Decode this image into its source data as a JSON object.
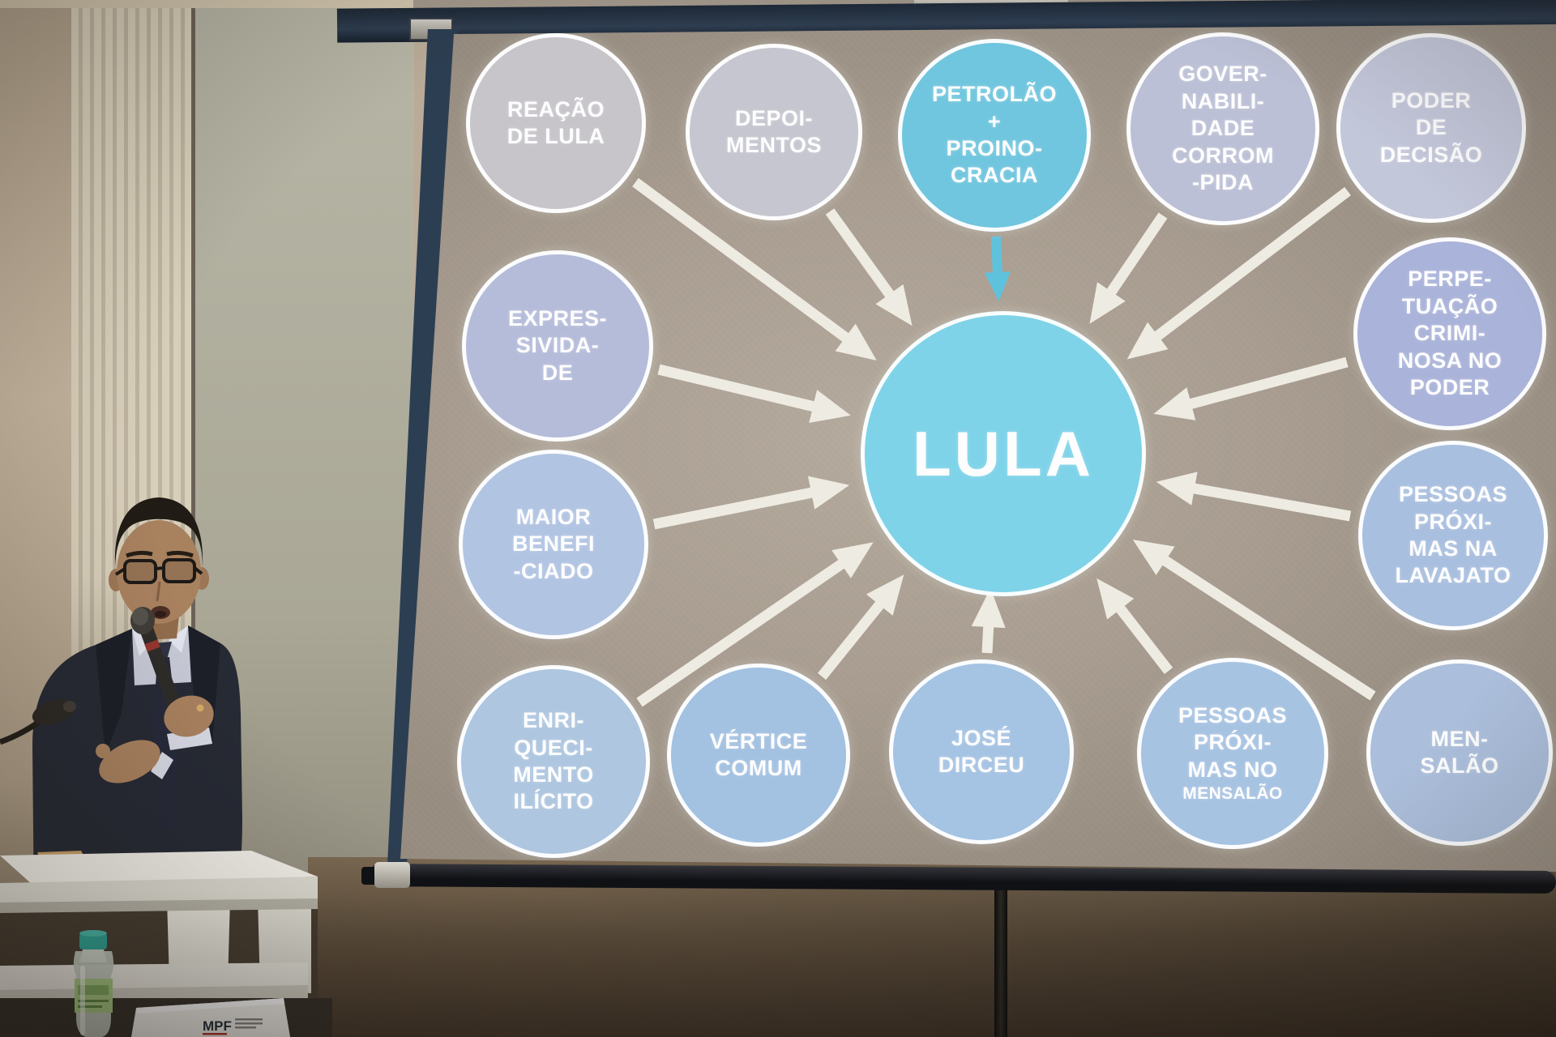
{
  "colors": {
    "center_circle": "#7fd3e8",
    "highlight_circle": "#70c6de",
    "node_gray": "#c7c5ca",
    "node_periwinkle": "#b2bad9",
    "node_blue": "#a7c3e2",
    "arrow_white": "#eeebe2",
    "arrow_blue": "#5fc2dd",
    "label_text": "#ffffff",
    "screen_background": "#a89d90",
    "screen_frame": "#2c3e52",
    "bottle_cap": "#2fa396"
  },
  "slide": {
    "center_label": "LULA",
    "nodes": [
      {
        "label": "REAÇÃO\nDE LULA"
      },
      {
        "label": "DEPOI-\nMENTOS"
      },
      {
        "label": "PETROLÃO\n+\nPROINO-\nCRACIA",
        "highlighted": true
      },
      {
        "label": "GOVER-\nNABILI-\nDADE\nCORROM\n-PIDA"
      },
      {
        "label": "PODER\nDE\nDECISÃO"
      },
      {
        "label": "PERPE-\nTUAÇÃO\nCRIMI-\nNOSA NO\nPODER"
      },
      {
        "label": "PESSOAS\nPRÓXI-\nMAS NA\nLAVAJATO"
      },
      {
        "label": "MEN-\nSALÃO"
      },
      {
        "label": "PESSOAS\nPRÓXI-\nMAS NO",
        "label_small": "MENSALÃO"
      },
      {
        "label": "JOSÉ\nDIRCEU"
      },
      {
        "label": "VÉRTICE\nCOMUM"
      },
      {
        "label": "ENRI-\nQUECI-\nMENTO\nILÍCITO"
      },
      {
        "label": "MAIOR\nBENEFI\n-CIADO"
      },
      {
        "label": "EXPRES-\nSIVIDA-\nDE"
      }
    ]
  },
  "podium": {
    "card_label": "MPF"
  }
}
